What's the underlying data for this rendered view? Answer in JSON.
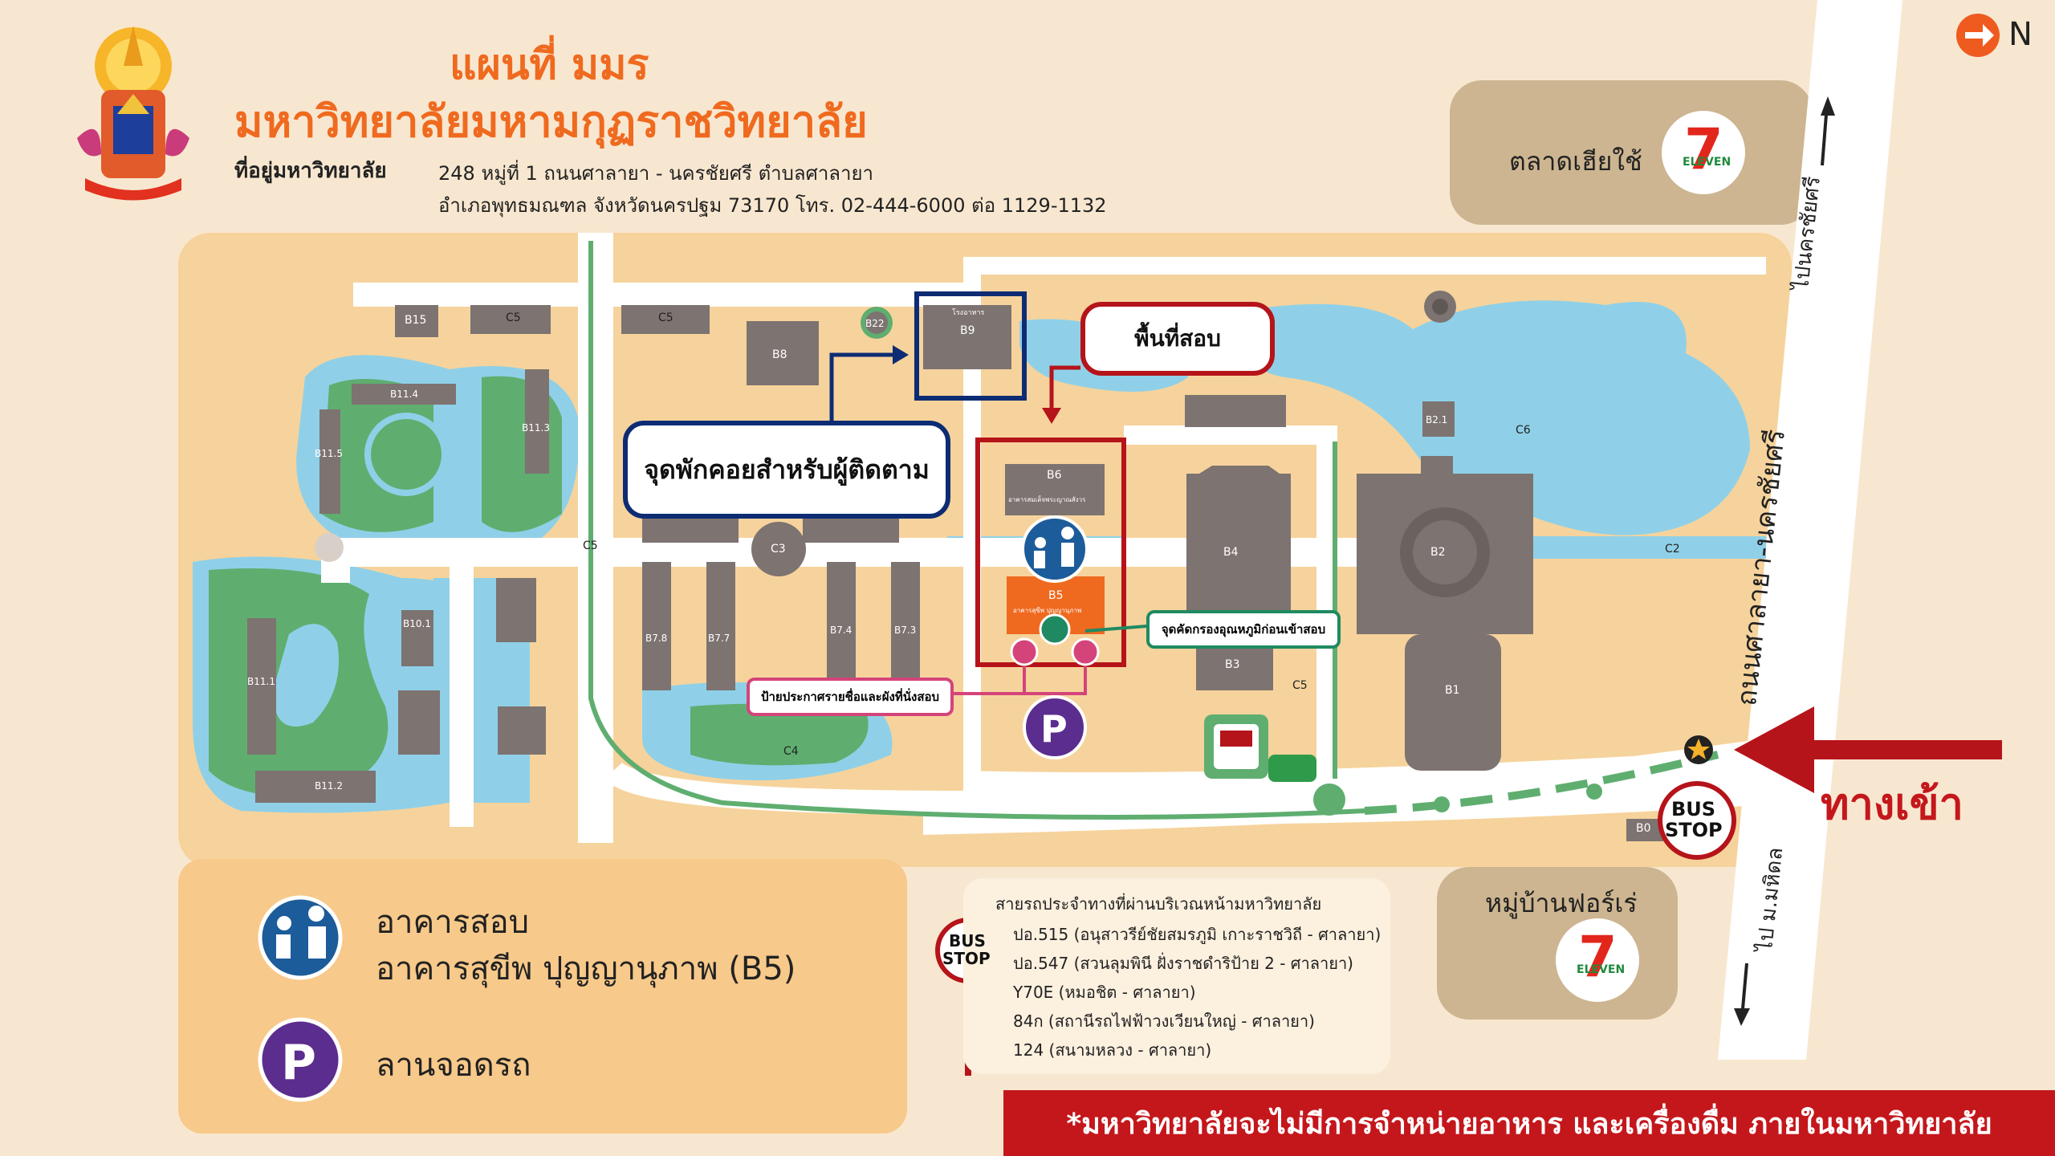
{
  "header": {
    "title_line1": "แผนที่ มมร",
    "title_line2": "มหาวิทยาลัยมหามกุฏราชวิทยาลัย",
    "address_label": "ที่อยู่มหาวิทยาลัย",
    "address_line1": "248  หมู่ที่ 1 ถนนศาลายา - นครชัยศรี  ตำบลศาลายา",
    "address_line2": "อำเภอพุทธมณฑล จังหวัดนครปฐม 73170 โทร. 02-444-6000 ต่อ 1129-1132"
  },
  "compass": {
    "label": "N"
  },
  "callouts": {
    "rest_area": "จุดพักคอยสำหรับผู้ติดตาม",
    "exam_area": "พื้นที่สอบ",
    "screening": "จุดคัดกรองอุณหภูมิก่อนเข้าสอบ",
    "notice_board": "ป้ายประกาศรายชื่อและผังที่นั่งสอบ"
  },
  "buildings": {
    "B15": "B15",
    "C5a": "C5",
    "C5b": "C5",
    "B8": "B8",
    "B22": "B22",
    "B9": "B9",
    "B9_sub": "โรงอาหาร",
    "B11_4": "B11.4",
    "B11_3": "B11.3",
    "B11_5": "B11.5",
    "C5c": "C5",
    "C3": "C3",
    "B6": "B6",
    "B6_sub": "อาคารสมเด็จพระญาณสังวร",
    "B5": "B5",
    "B5_sub": "อาคารสุขีพ ปุญญานุภาพ",
    "B4": "B4",
    "B2": "B2",
    "C2": "C2",
    "B2_1": "B2.1",
    "C6": "C6",
    "B10_1": "B10.1",
    "B11_1": "B11.1",
    "B11_2": "B11.2",
    "B7_8": "B7.8",
    "B7_7": "B7.7",
    "B7_4": "B7.4",
    "B7_3": "B7.3",
    "C4": "C4",
    "B3": "B3",
    "C5d": "C5",
    "B1": "B1",
    "B0": "B0"
  },
  "places": {
    "market": "ตลาดเฮียใช้",
    "village": "หมู่บ้านฟอร์เร่",
    "seven_eleven_1": "ELEVEN",
    "seven_eleven_2": "ELEVEN",
    "road_main": "ถนนศาลายา-นครชัยศรี",
    "to_nakhonchaisri": "ไปนครชัยศรี",
    "to_mahidol": "ไป ม.มหิดล",
    "entrance": "ทางเข้า",
    "bus_stop_1": "BUS",
    "bus_stop_2": "STOP"
  },
  "legend": {
    "exam_line1": "อาคารสอบ",
    "exam_line2": "อาคารสุขีพ ปุญญานุภาพ (B5)",
    "parking": "ลานจอดรถ"
  },
  "bus_info": {
    "title": "สายรถประจำทางที่ผ่านบริเวณหน้ามหาวิทยาลัย",
    "routes": [
      "ปอ.515 (อนุสาวรีย์ชัยสมรภูมิ เกาะราชวิถี - ศาลายา)",
      "ปอ.547 (สวนลุมพินี ฝั่งราชดำริป้าย 2 - ศาลายา)",
      "Y70E (หมอชิต - ศาลายา)",
      "84ก (สถานีรถไฟฟ้าวงเวียนใหญ่ - ศาลายา)",
      "124 (สนามหลวง - ศาลายา)"
    ],
    "bus_1": "BUS",
    "bus_2": "STOP"
  },
  "notice": "*มหาวิทยาลัยจะไม่มีการจำหน่ายอาหาร และเครื่องดื่ม ภายในมหาวิทยาลัย",
  "colors": {
    "orange_title": "#ef6a1f",
    "campus_bg": "#f6d39c",
    "water": "#8fd0e8",
    "green": "#5fae70",
    "building": "#7d7370",
    "exam_red": "#b5141a",
    "navy": "#0d2c73",
    "parking_purple": "#5b2d8e",
    "road": "#ffffff"
  }
}
